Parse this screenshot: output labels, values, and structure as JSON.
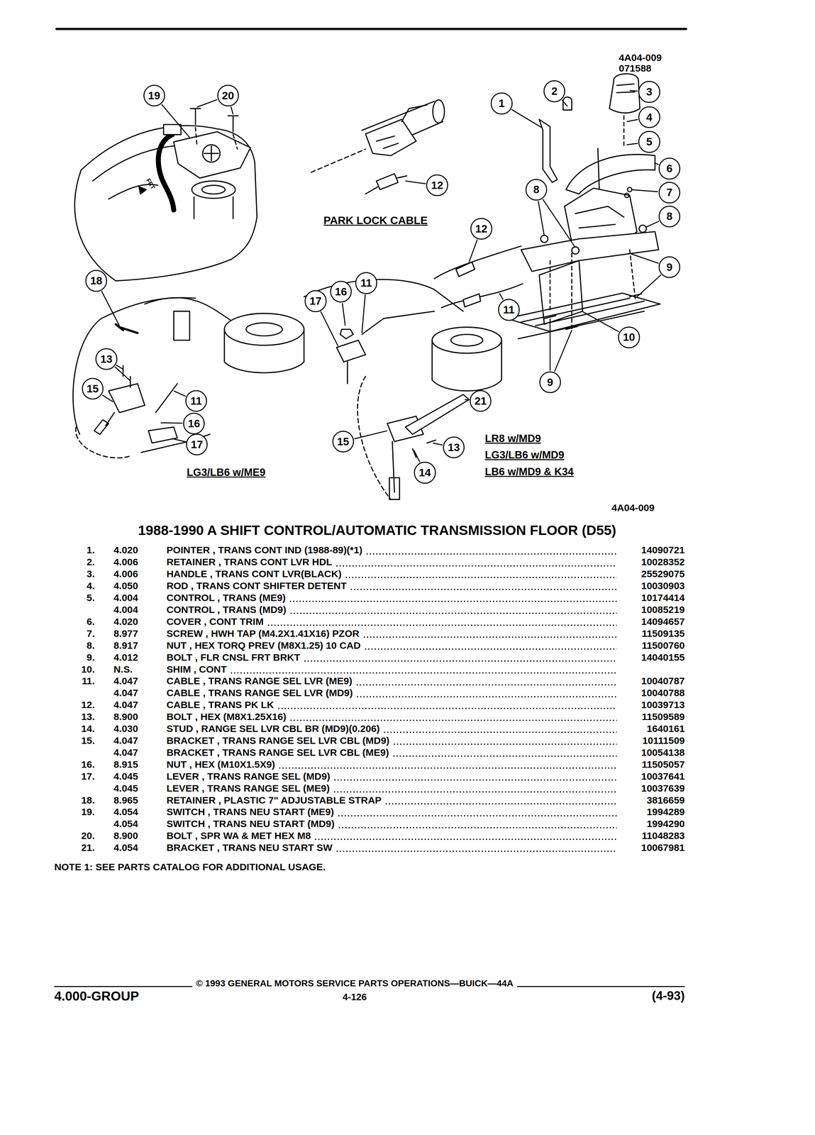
{
  "diagram": {
    "title": "1988-1990 A SHIFT CONTROL/AUTOMATIC TRANSMISSION FLOOR (D55)",
    "nodes": [
      {
        "text": [
          "19"
        ]
      },
      {
        "text": [
          "20"
        ]
      },
      {
        "text": [
          "12"
        ]
      },
      {
        "text": [
          "1"
        ]
      },
      {
        "text": [
          "2"
        ]
      },
      {
        "text": [
          "3"
        ]
      },
      {
        "text": [
          "4"
        ]
      },
      {
        "text": [
          "5"
        ]
      },
      {
        "text": [
          "6"
        ]
      },
      {
        "text": [
          "8"
        ]
      },
      {
        "text": [
          "7"
        ]
      },
      {
        "text": [
          "8"
        ]
      },
      {
        "text": [
          "12"
        ]
      },
      {
        "text": [
          "9"
        ]
      },
      {
        "text": [
          "18"
        ]
      },
      {
        "text": [
          "16"
        ]
      },
      {
        "text": [
          "11"
        ]
      },
      {
        "text": [
          "17"
        ]
      },
      {
        "text": [
          "11"
        ]
      },
      {
        "text": [
          "10"
        ]
      },
      {
        "text": [
          "9"
        ]
      },
      {
        "text": [
          "13"
        ]
      },
      {
        "text": [
          "15"
        ]
      },
      {
        "text": [
          "11"
        ]
      },
      {
        "text": [
          "16"
        ]
      },
      {
        "text": [
          "17"
        ]
      },
      {
        "text": [
          "21"
        ]
      },
      {
        "text": [
          "15"
        ]
      },
      {
        "text": [
          "13"
        ]
      },
      {
        "text": [
          "14"
        ]
      }
    ],
    "labels": [
      "4A04-009",
      "071588",
      "PARK LOCK CABLE",
      "FRT",
      "LG3/LB6 w/ME9",
      "LR8 w/MD9",
      "LG3/LB6 w/MD9",
      "LB6 w/MD9 & K34",
      "4A04-009",
      "1.",
      "4.020",
      "POINTER , TRANS CONT IND (1988-89)(*1)",
      "14090721",
      "2.",
      "4.006",
      "RETAINER , TRANS CONT LVR HDL",
      "10028352",
      "3.",
      "4.006",
      "HANDLE , TRANS CONT LVR(BLACK)",
      "25529075",
      "4.",
      "4.050",
      "ROD , TRANS CONT SHIFTER DETENT",
      "10030903",
      "5.",
      "4.004",
      "CONTROL , TRANS (ME9)",
      "10174414",
      "4.004",
      "CONTROL , TRANS (MD9)",
      "10085219",
      "6.",
      "4.020",
      "COVER , CONT TRIM",
      "14094657",
      "7.",
      "8.977",
      "SCREW , HWH TAP (M4.2X1.41X16) PZOR",
      "11509135",
      "8.",
      "8.917",
      "NUT , HEX TORQ PREV (M8X1.25) 10 CAD",
      "11500760",
      "9.",
      "4.012",
      "BOLT , FLR CNSL FRT BRKT",
      "14040155",
      "10.",
      "N.S.",
      "SHIM , CONT",
      "11.",
      "4.047",
      "CABLE , TRANS RANGE SEL LVR (ME9)",
      "10040787",
      "4.047",
      "CABLE , TRANS RANGE SEL LVR (MD9)",
      "10040788",
      "12.",
      "4.047",
      "CABLE , TRANS PK LK",
      "10039713",
      "13.",
      "8.900",
      "BOLT , HEX (M8X1.25X16)",
      "11509589",
      "14.",
      "4.030",
      "STUD , RANGE SEL LVR CBL BR (MD9)(0.206)",
      "1640161",
      "15.",
      "4.047",
      "BRACKET , TRANS RANGE SEL LVR CBL (MD9)",
      "10111509",
      "4.047",
      "BRACKET , TRANS RANGE SEL LVR CBL (ME9)",
      "10054138",
      "16.",
      "8.915",
      "NUT , HEX (M10X1.5X9)",
      "11505057",
      "17.",
      "4.045",
      "LEVER , TRANS RANGE SEL (MD9)",
      "10037641",
      "4.045",
      "LEVER , TRANS RANGE SEL (ME9)",
      "10037639",
      "18.",
      "8.965",
      "RETAINER , PLASTIC 7\" ADJUSTABLE STRAP",
      "3816659",
      "19.",
      "4.054",
      "SWITCH , TRANS NEU START (ME9)",
      "1994289",
      "4.054",
      "SWITCH , TRANS NEU START (MD9)",
      "1994290",
      "20.",
      "8.900",
      "BOLT , SPR WA & MET HEX M8",
      "11048283",
      "21.",
      "4.054",
      "BRACKET , TRANS NEU START SW",
      "10067981",
      "NOTE 1: SEE PARTS CATALOG FOR ADDITIONAL USAGE.",
      "4.000-GROUP",
      "© 1993 GENERAL MOTORS SERVICE PARTS OPERATIONS—BUICK—44A",
      "4-126",
      "(4-93)"
    ]
  }
}
